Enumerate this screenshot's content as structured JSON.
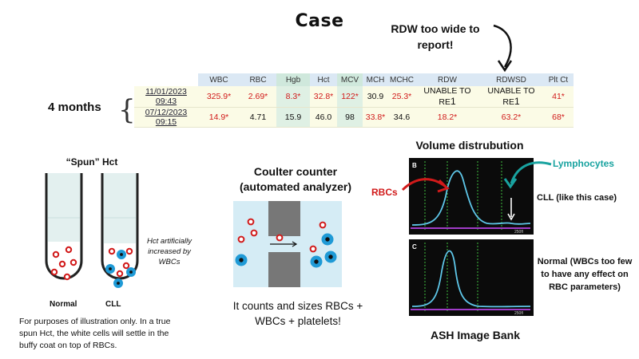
{
  "title": "Case",
  "rdw_note": "RDW too wide to report!",
  "period_label": "4 months",
  "lab_table": {
    "headers": [
      "WBC",
      "RBC",
      "Hgb",
      "Hct",
      "MCV",
      "MCH",
      "MCHC",
      "RDW",
      "RDWSD",
      "Plt Ct"
    ],
    "rows": [
      {
        "date": "11/01/2023 09:43",
        "cells": [
          "325.9*",
          "2.69*",
          "8.3*",
          "32.8*",
          "122*",
          "30.9",
          "25.3*",
          "UNABLE TO RE",
          "UNABLE TO RE",
          "41*"
        ],
        "flags": [
          1,
          1,
          1,
          1,
          1,
          0,
          1,
          0,
          0,
          1
        ],
        "suffix": "1"
      },
      {
        "date": "07/12/2023 09:15",
        "cells": [
          "14.9*",
          "4.71",
          "15.9",
          "46.0",
          "98",
          "33.8*",
          "34.6",
          "18.2*",
          "63.2*",
          "68*"
        ],
        "flags": [
          1,
          0,
          0,
          0,
          0,
          1,
          0,
          1,
          1,
          1
        ],
        "suffix": ""
      }
    ]
  },
  "spun_hct": {
    "title": "“Spun” Hct",
    "tube_normal_label": "Normal",
    "tube_cll_label": "CLL",
    "note": "Hct artificially increased by WBCs",
    "caption": "For purposes of illustration only. In a true spun Hct, the white cells will settle in the buffy coat on top of RBCs."
  },
  "coulter": {
    "title_line1": "Coulter counter",
    "title_line2": "(automated analyzer)",
    "caption_line1": "It counts and sizes RBCs +",
    "caption_line2": "WBCs + platelets!"
  },
  "volume": {
    "title": "Volume distrubution",
    "rbc_label": "RBCs",
    "lymph_label": "Lymphocytes",
    "panel_b_letter": "B",
    "panel_c_letter": "C",
    "axis_label": "250fl",
    "cll_label": "CLL (like this case)",
    "normal_label": "Normal (WBCs too few to have any effect on RBC parameters)",
    "source": "ASH Image Bank"
  },
  "colors": {
    "red": "#d11a1a",
    "teal": "#19a3a0",
    "wbc_blue": "#1f9ad6",
    "curve": "#5ec6e8"
  }
}
